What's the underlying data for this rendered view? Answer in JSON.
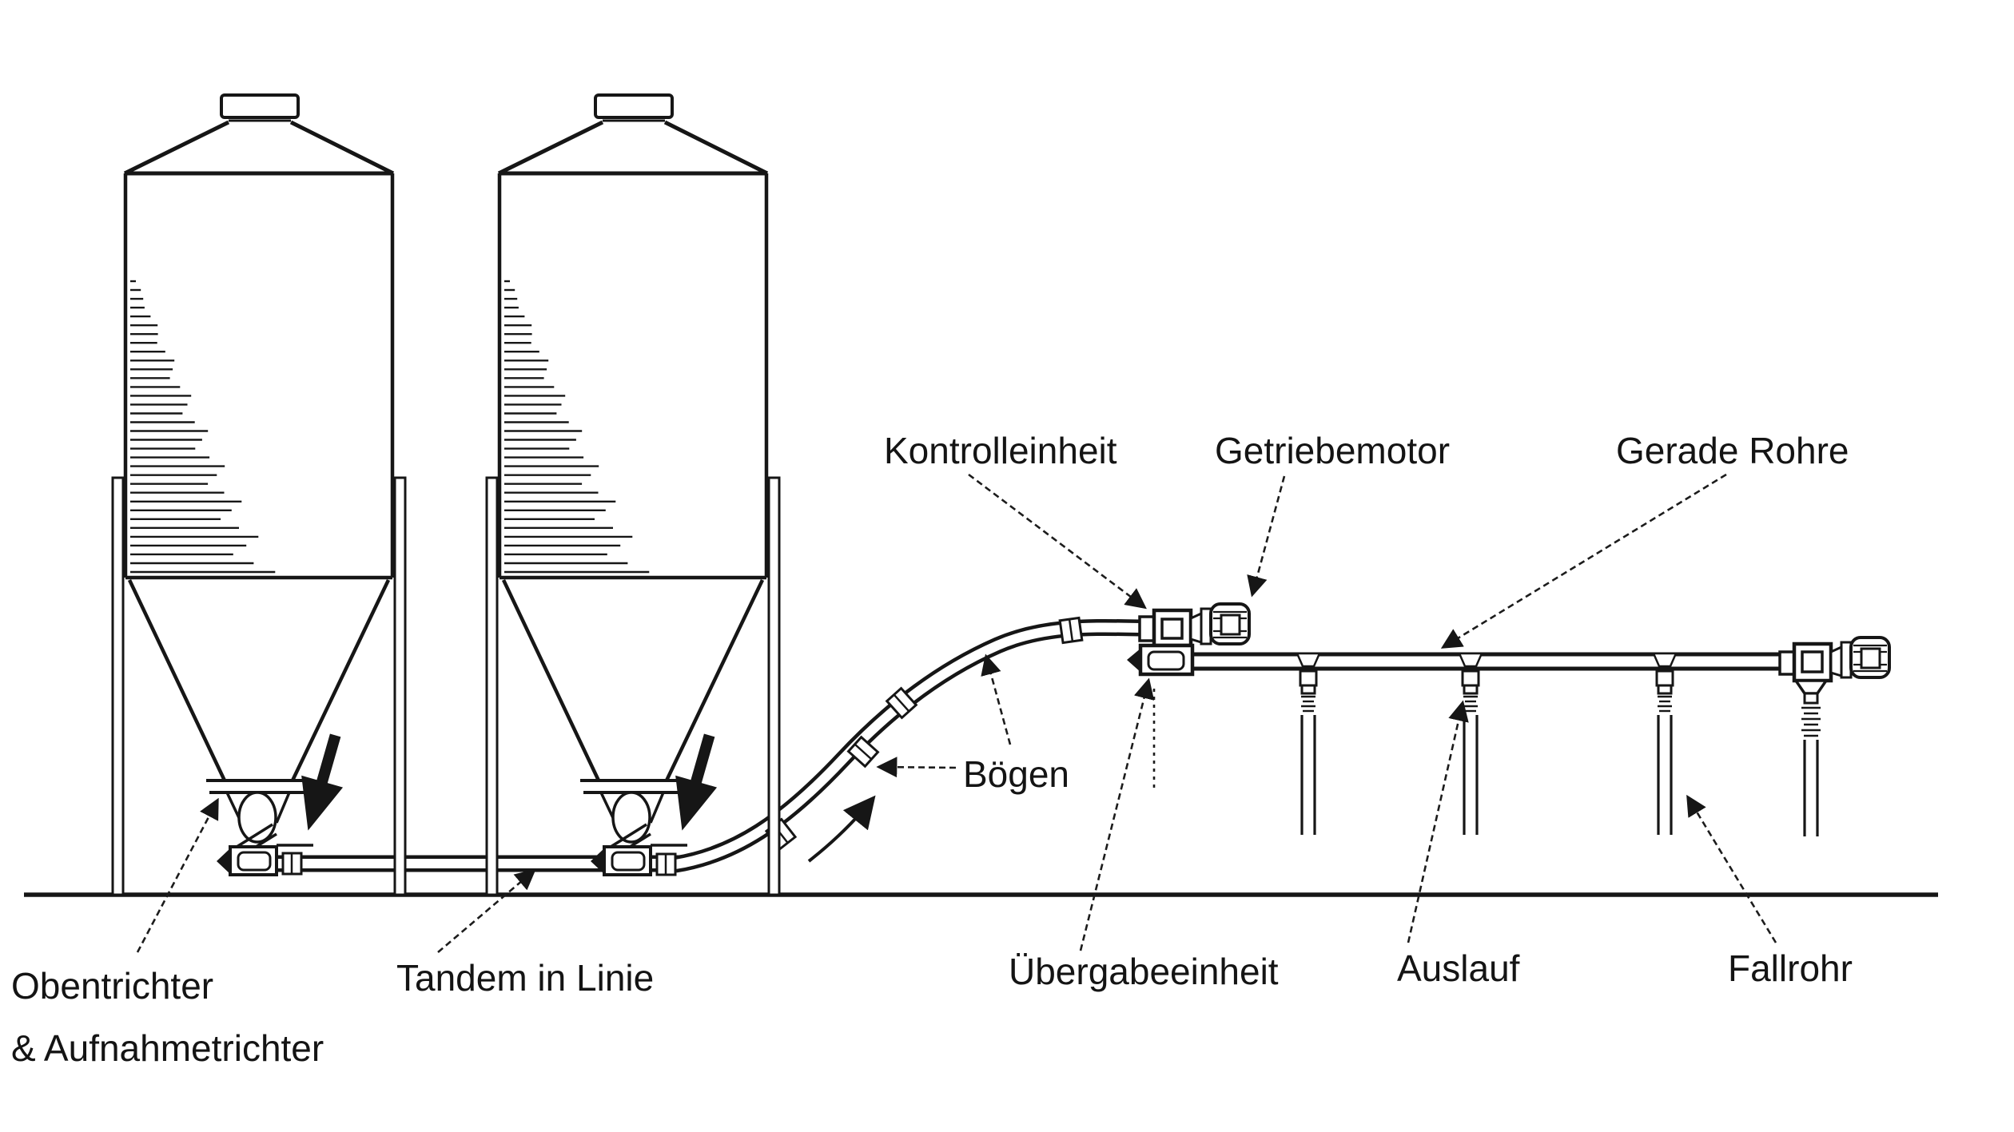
{
  "diagram": {
    "description": "Schematische Darstellung einer Silo-Förderanlage (Rohrförderanlage) mit zwei Silos",
    "colors": {
      "ink": "#161616",
      "background": "#ffffff"
    },
    "labels": {
      "kontrolleinheit": "Kontrolleinheit",
      "getriebemotor": "Getriebemotor",
      "gerade_rohre": "Gerade Rohre",
      "boegen": "Bögen",
      "uebergabeeinheit": "Übergabeeinheit",
      "auslauf": "Auslauf",
      "fallrohr": "Fallrohr",
      "obentrichter_line1": "Obentrichter",
      "obentrichter_line2": "& Aufnahmetrichter",
      "tandem_in_linie": "Tandem in Linie"
    }
  }
}
